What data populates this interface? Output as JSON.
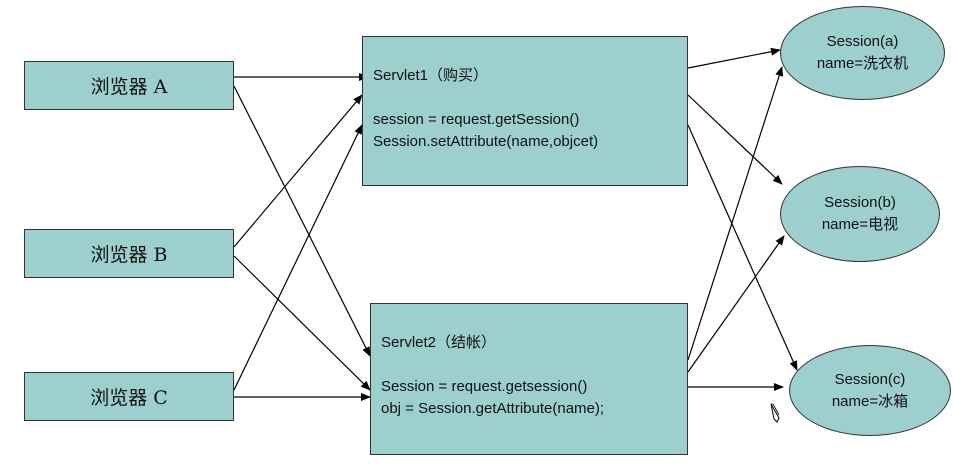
{
  "browsers": [
    {
      "label": "浏览器 A"
    },
    {
      "label": "浏览器 B"
    },
    {
      "label": "浏览器 C"
    }
  ],
  "servlet1": {
    "title": "Servlet1（购买）",
    "line1": "session = request.getSession()",
    "line2": "Session.setAttribute(name,objcet)"
  },
  "servlet2": {
    "title": "Servlet2（结帐）",
    "line1": "Session = request.getsession()",
    "line2": "obj = Session.getAttribute(name);"
  },
  "sessions": [
    {
      "title": "Session(a)",
      "value": "name=洗衣机"
    },
    {
      "title": "Session(b)",
      "value": "name=电视"
    },
    {
      "title": "Session(c)",
      "value": "name=冰箱"
    }
  ],
  "colors": {
    "fill": "#9ecfcf",
    "stroke": "#333333",
    "arrow": "#000000"
  },
  "icons": {
    "cursor": "pencil-cursor-icon"
  }
}
